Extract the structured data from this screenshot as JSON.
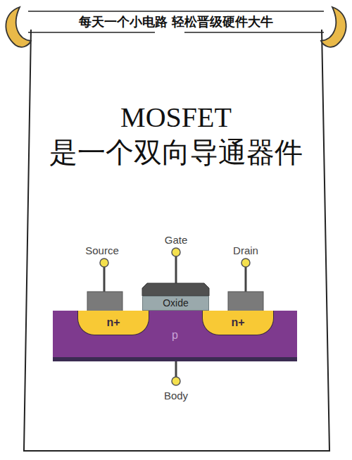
{
  "diagram": {
    "title": "MOSFET 是一个双向导通器件",
    "nodes": [
      {
        "text": [
          "Oxide"
        ]
      },
      {
        "text": [
          "p"
        ]
      },
      {
        "text": [
          "n+"
        ],
        "in": 1
      },
      {
        "text": [
          "n+"
        ],
        "in": 1
      }
    ],
    "labels": [
      "每天一个小电路 轻松晋级硬件大牛",
      "Source",
      "Gate",
      "Drain",
      "Body"
    ]
  }
}
